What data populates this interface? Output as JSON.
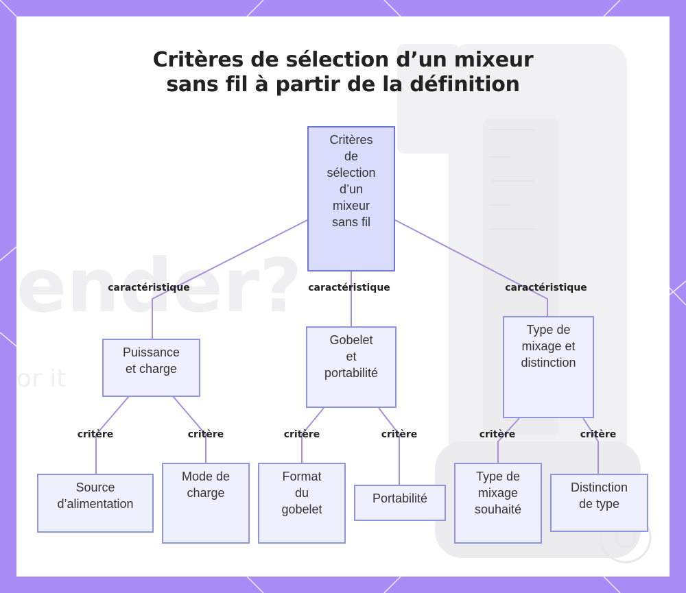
{
  "title": {
    "line1": "Critères de sélection d’un mixeur",
    "line2": "sans fil à partir de la définition"
  },
  "colors": {
    "frame": "#a98bf5",
    "node_fill": "#eef0fd",
    "node_border": "#8e95dc",
    "root_fill": "#d9dcfb",
    "link": "#a88fdc"
  },
  "nodes": {
    "root": [
      "Critères",
      "de",
      "sélection",
      "d’un",
      "mixeur",
      "sans fil"
    ],
    "power": [
      "Puissance",
      "et charge"
    ],
    "cup": [
      "Gobelet",
      "et",
      "portabilité"
    ],
    "mix": [
      "Type de",
      "mixage et",
      "distinction"
    ],
    "source": [
      "Source",
      "d’alimentation"
    ],
    "charge_mode": [
      "Mode de",
      "charge"
    ],
    "cup_format": [
      "Format",
      "du",
      "gobelet"
    ],
    "portability": [
      "Portabilité"
    ],
    "mix_type": [
      "Type de",
      "mixage",
      "souhaité"
    ],
    "type_distinction": [
      "Distinction",
      "de type"
    ]
  },
  "edge_labels": {
    "root_power": "caractéristique",
    "root_cup": "caractéristique",
    "root_mix": "caractéristique",
    "power_source": "critère",
    "power_charge": "critère",
    "cup_format": "critère",
    "cup_portability": "critère",
    "mix_type": "critère",
    "mix_distinction": "critère"
  },
  "watermark": {
    "word": "ender?",
    "small": "or it"
  }
}
